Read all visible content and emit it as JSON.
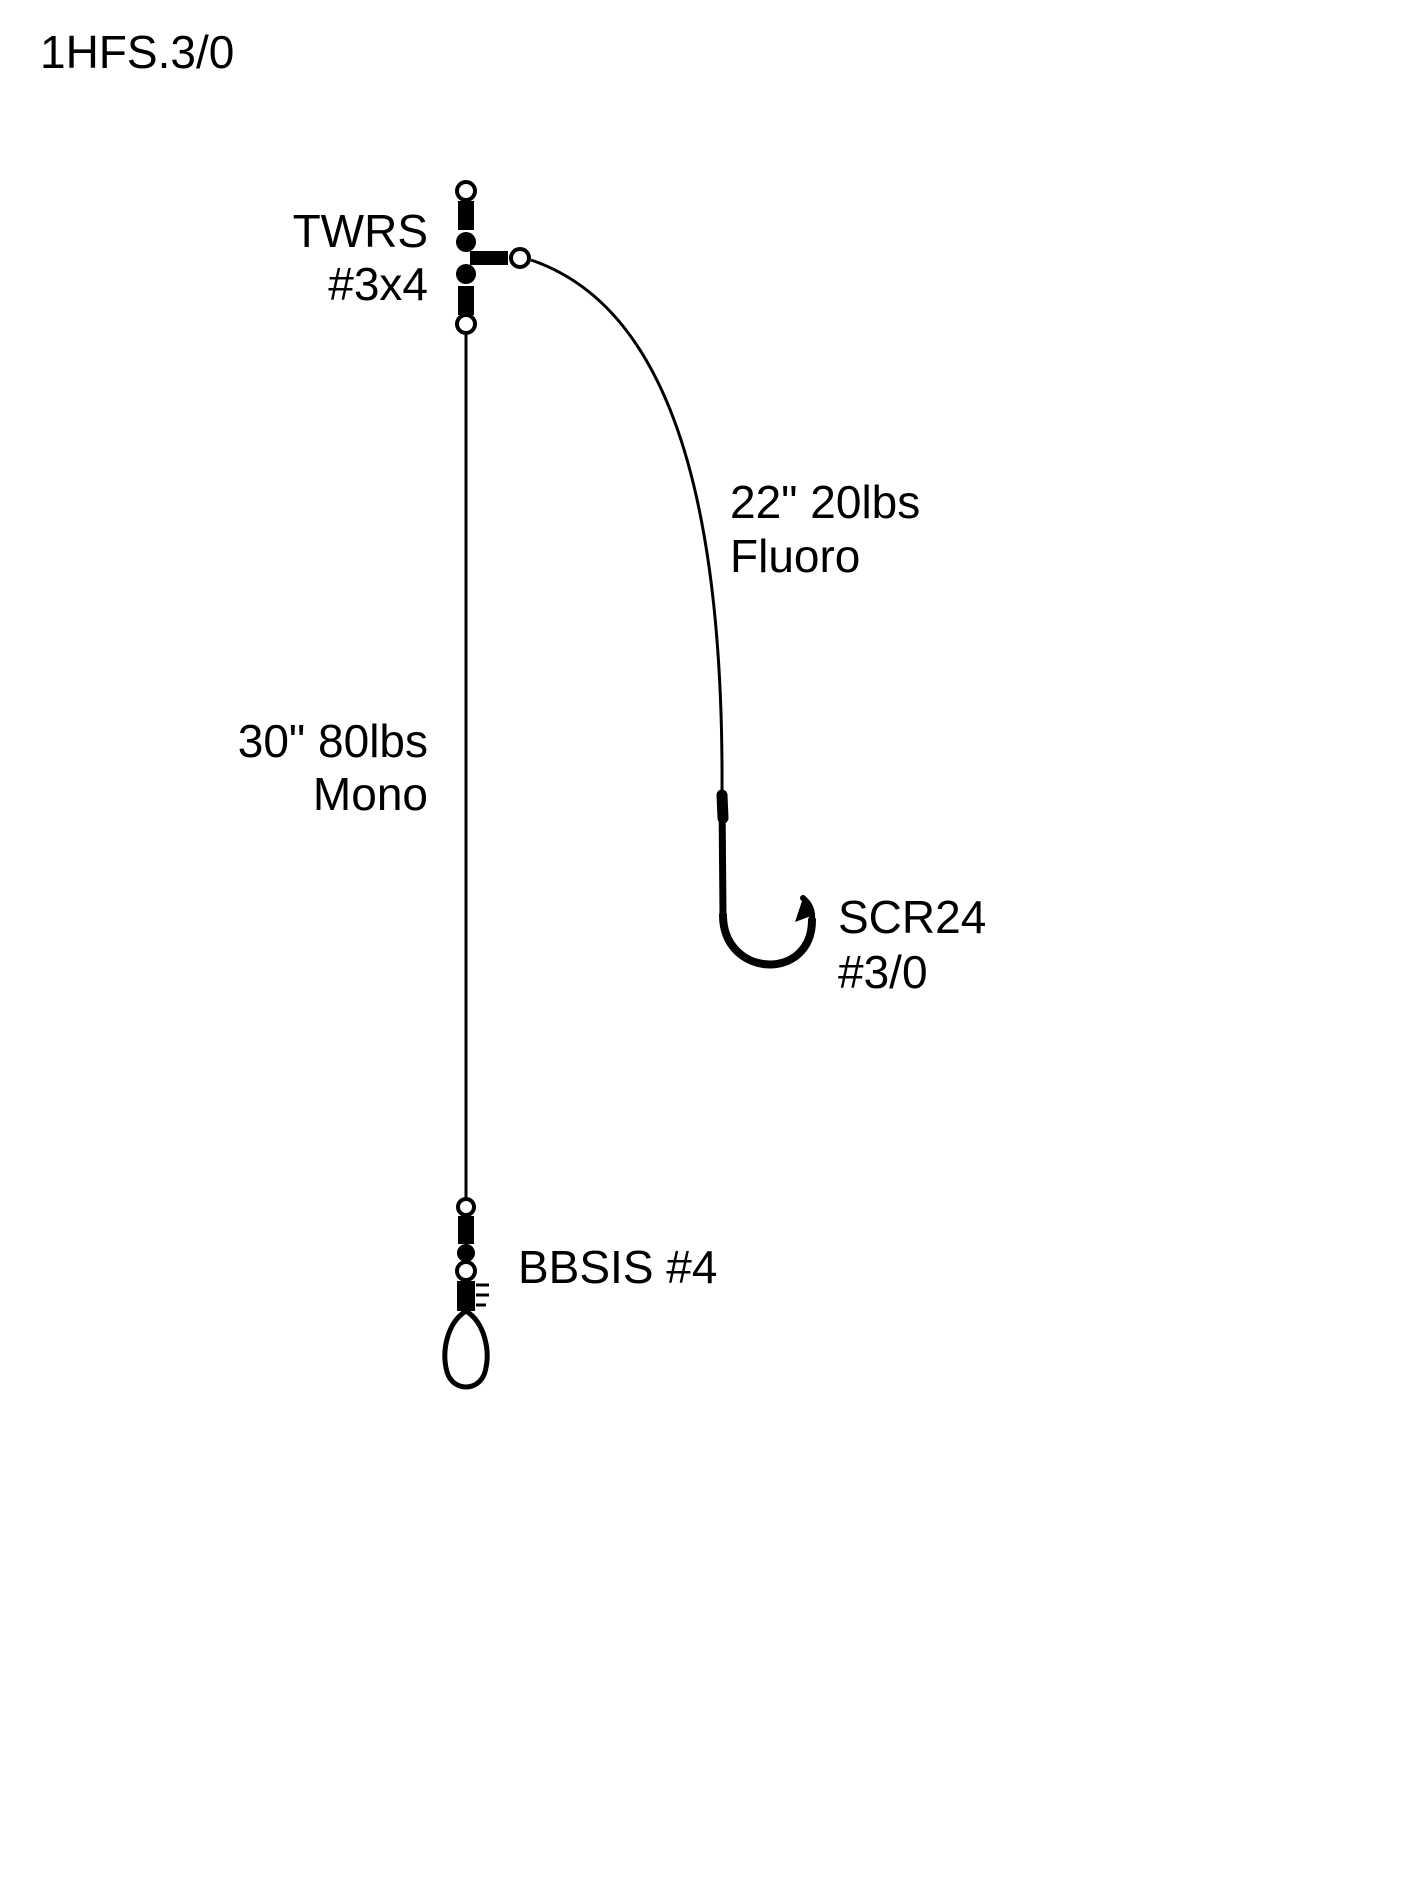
{
  "page": {
    "background": "#ffffff",
    "ink": "#000000"
  },
  "title": "1HFS.3/0",
  "labels": {
    "top_swivel": {
      "line1": "TWRS",
      "line2": "#3x4"
    },
    "main_line": {
      "line1": "30\" 80lbs",
      "line2": "Mono"
    },
    "leader": {
      "line1": "22\" 20lbs",
      "line2": "Fluoro"
    },
    "hook": {
      "line1": "SCR24",
      "line2": "#3/0"
    },
    "bottom_swivel": {
      "line1": "BBSIS #4"
    }
  }
}
